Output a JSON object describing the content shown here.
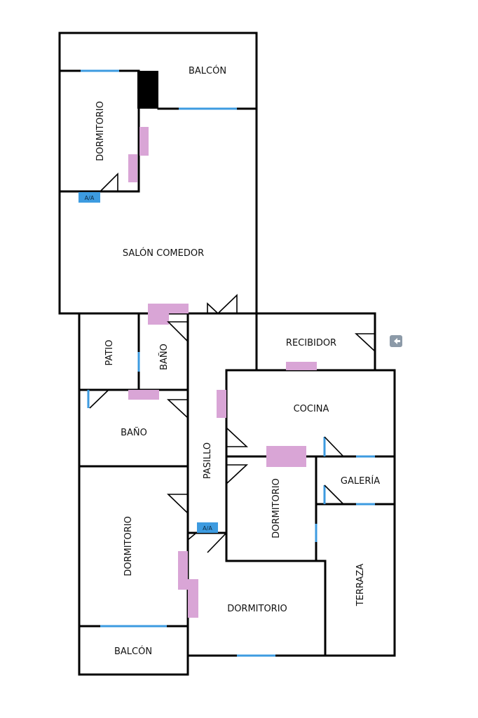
{
  "rooms": {
    "balcon_top": "BALCÓN",
    "dormitorio_top": "DORMITORIO",
    "salon": "SALÓN COMEDOR",
    "patio": "PATIO",
    "bano_small": "BAÑO",
    "recibidor": "RECIBIDOR",
    "bano_big": "BAÑO",
    "cocina": "COCINA",
    "pasillo": "PASILLO",
    "galeria": "GALERÍA",
    "dormitorio_mid": "DORMITORIO",
    "dormitorio_left": "DORMITORIO",
    "terraza": "TERRAZA",
    "dormitorio_bottom": "DORMITORIO",
    "balcon_bottom": "BALCÓN"
  },
  "aa_labels": {
    "top": "A/A",
    "pasillo": "A/A"
  },
  "icons": {
    "back_arrow": "arrow-left-icon"
  },
  "colors": {
    "wall": "#000000",
    "window": "#3d9be0",
    "radiator": "#d9a5d6",
    "aa": "#3d9be0"
  }
}
